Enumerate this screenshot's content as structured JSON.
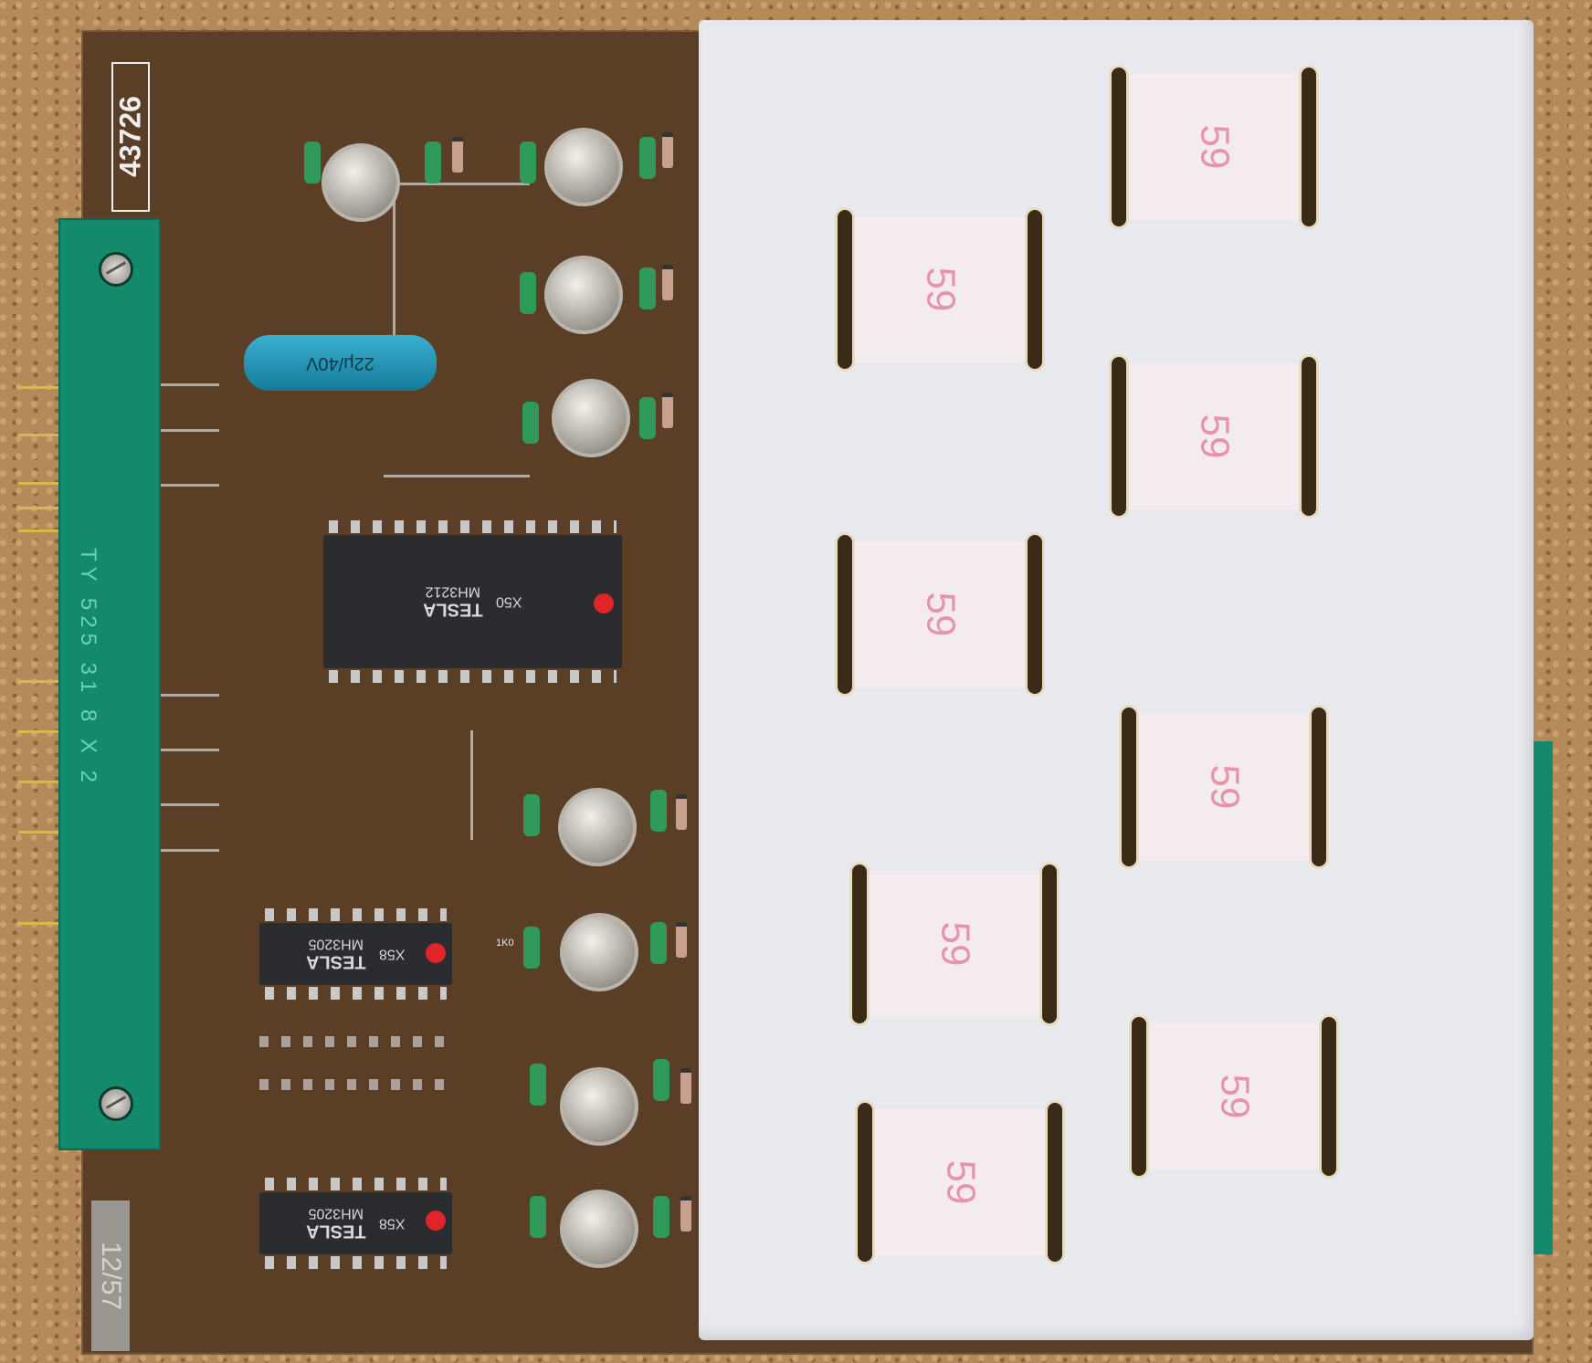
{
  "board": {
    "serial_number": "43726",
    "connector_marking": "TY 525 31 8 X 2",
    "tag_label": "12/57"
  },
  "components": {
    "main_ic": {
      "brand": "TESLA",
      "part": "MH3212",
      "code": "X50"
    },
    "ic_1": {
      "brand": "TESLA",
      "part": "MH3205",
      "code": "X58"
    },
    "ic_2": {
      "brand": "TESLA",
      "part": "MH3205",
      "code": "X58"
    },
    "capacitor": {
      "label": "22μ/40V"
    },
    "resistor_label": "1K0"
  },
  "core_block": {
    "core_labels": [
      "59",
      "59",
      "59",
      "59",
      "59",
      "59",
      "59",
      "59"
    ]
  },
  "colors": {
    "pcb": "#5a3f26",
    "connector": "#138a6c",
    "plastic_block": "#e9eaf0",
    "ic_marker": "#e0242a"
  }
}
